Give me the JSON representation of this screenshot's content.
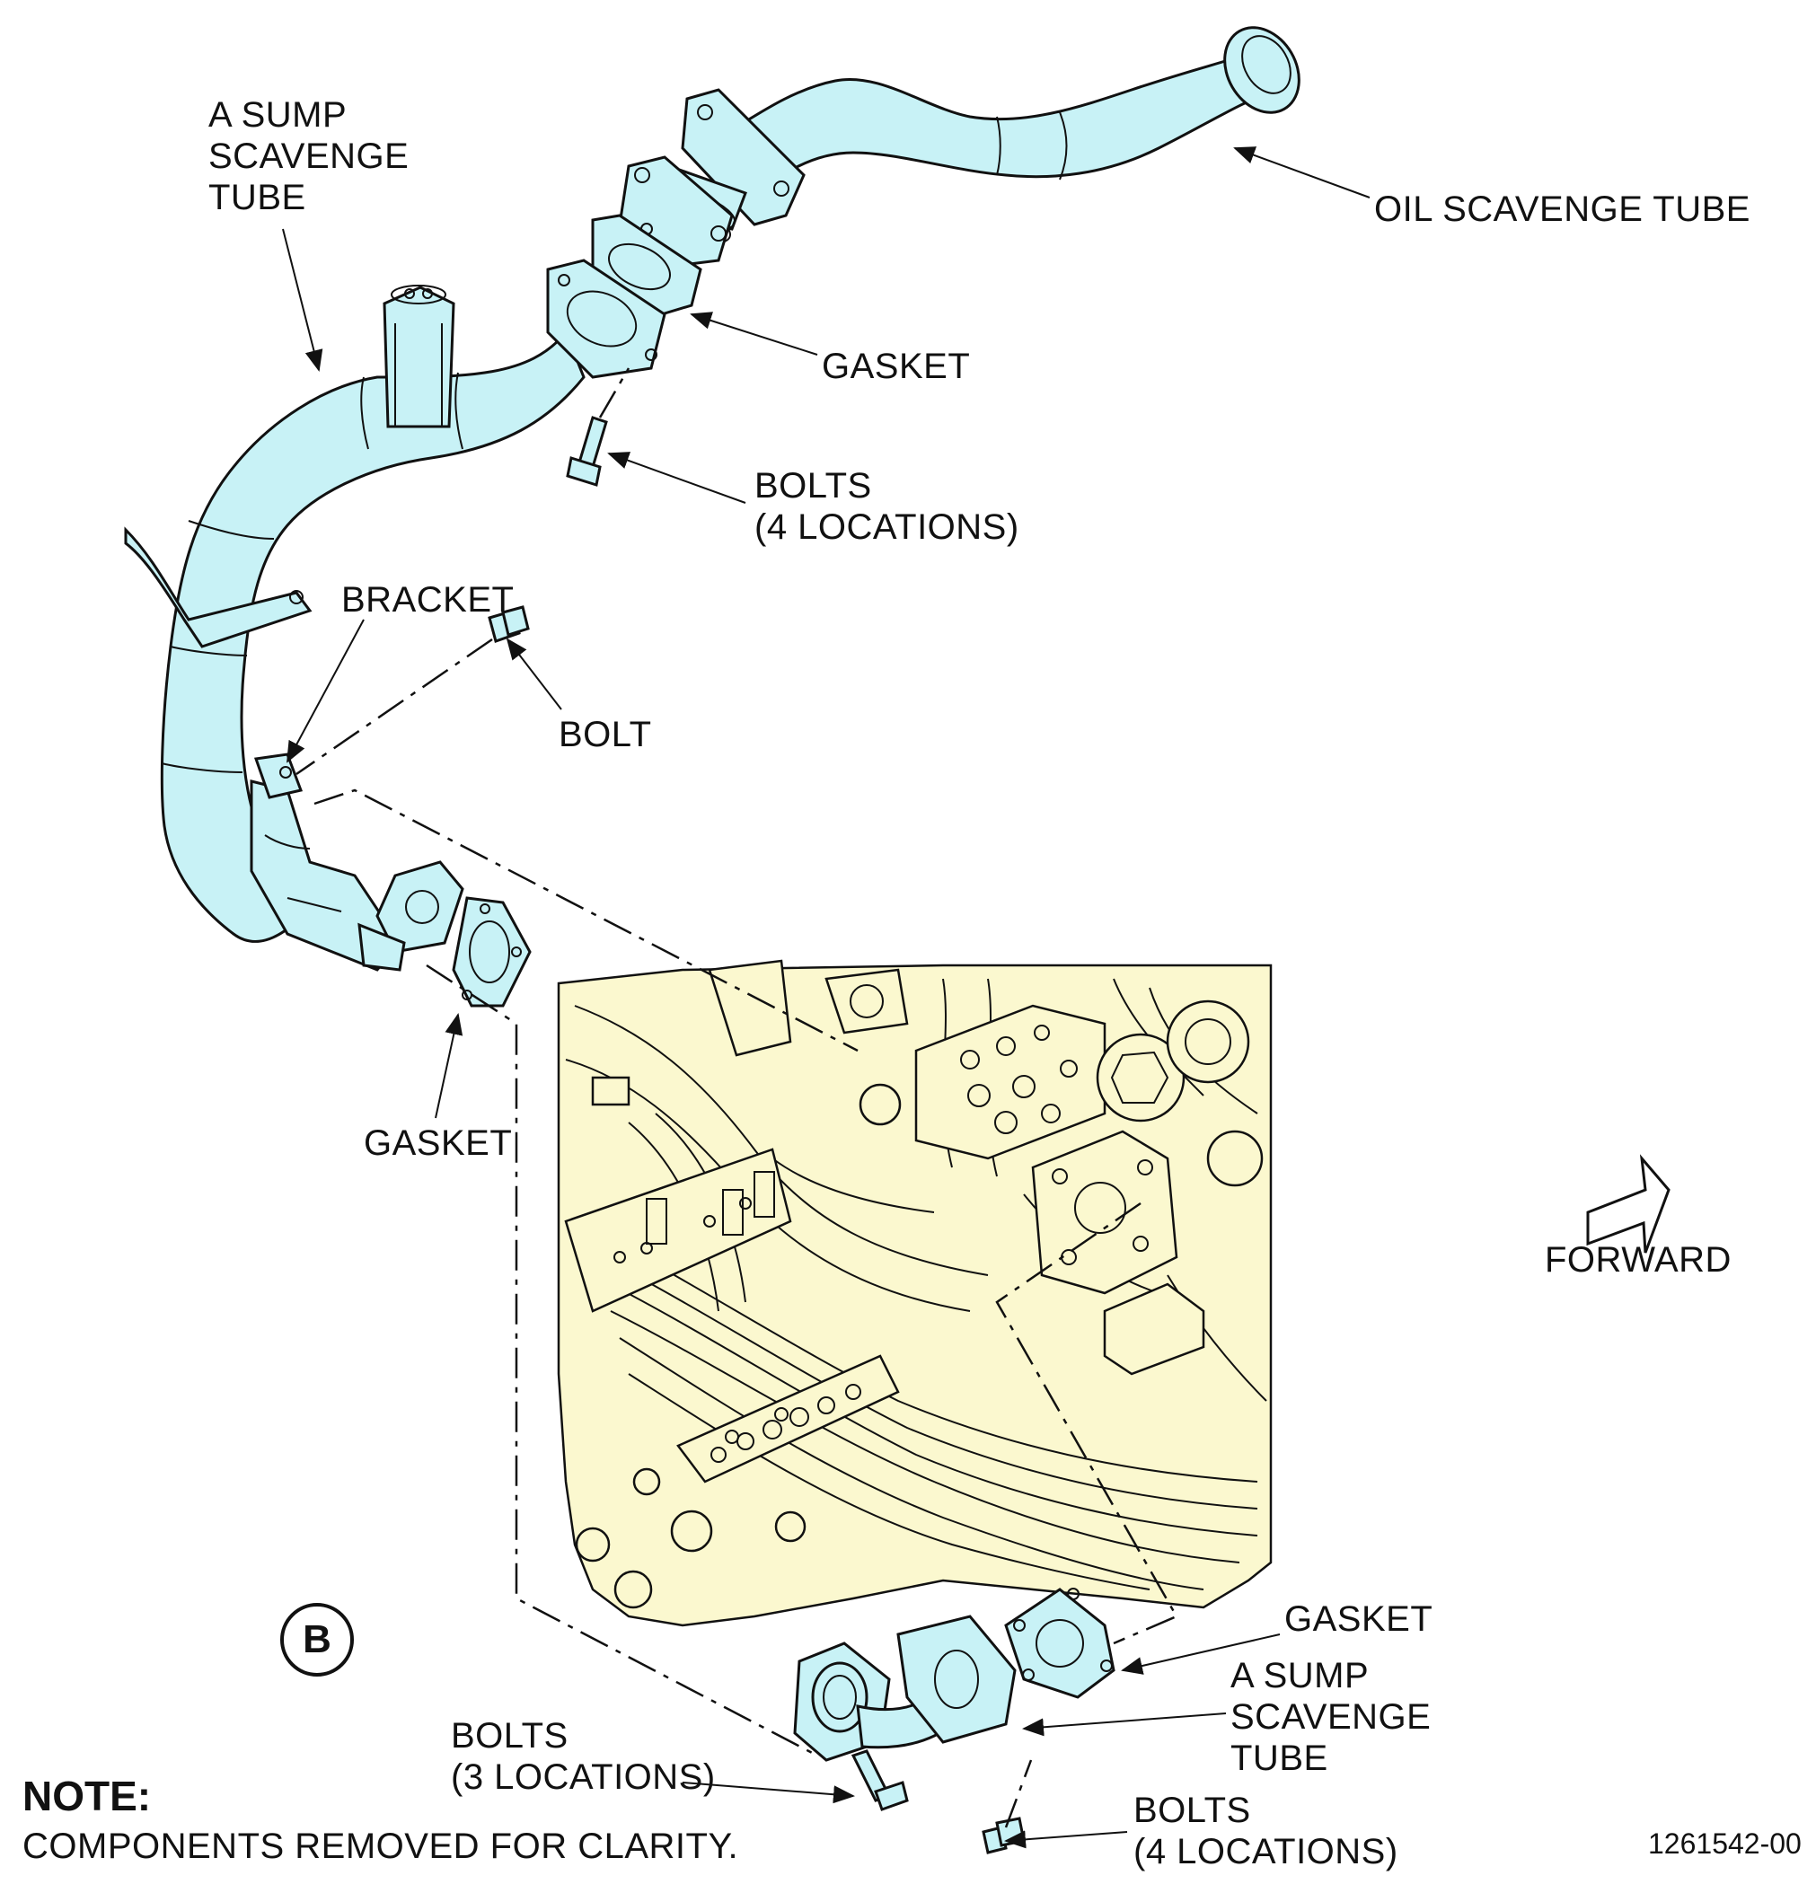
{
  "labels": {
    "a_sump_tube_top": "A SUMP\nSCAVENGE\nTUBE",
    "oil_scavenge_tube": "OIL SCAVENGE TUBE",
    "gasket_top": "GASKET",
    "bolts_top": "BOLTS\n(4 LOCATIONS)",
    "bracket": "BRACKET",
    "bolt": "BOLT",
    "gasket_mid": "GASKET",
    "forward": "FORWARD",
    "gasket_bottom": "GASKET",
    "a_sump_tube_bottom": "A SUMP\nSCAVENGE\nTUBE",
    "bolts_3": "BOLTS\n(3 LOCATIONS)",
    "bolts_4_bottom": "BOLTS\n(4 LOCATIONS)",
    "view_letter": "B"
  },
  "note": {
    "title": "NOTE:",
    "text": "COMPONENTS REMOVED FOR CLARITY."
  },
  "figure_code": "1261542-00",
  "colors": {
    "tube_fill": "#c8f2f6",
    "engine_fill": "#fbf8cf",
    "line": "#111111"
  }
}
